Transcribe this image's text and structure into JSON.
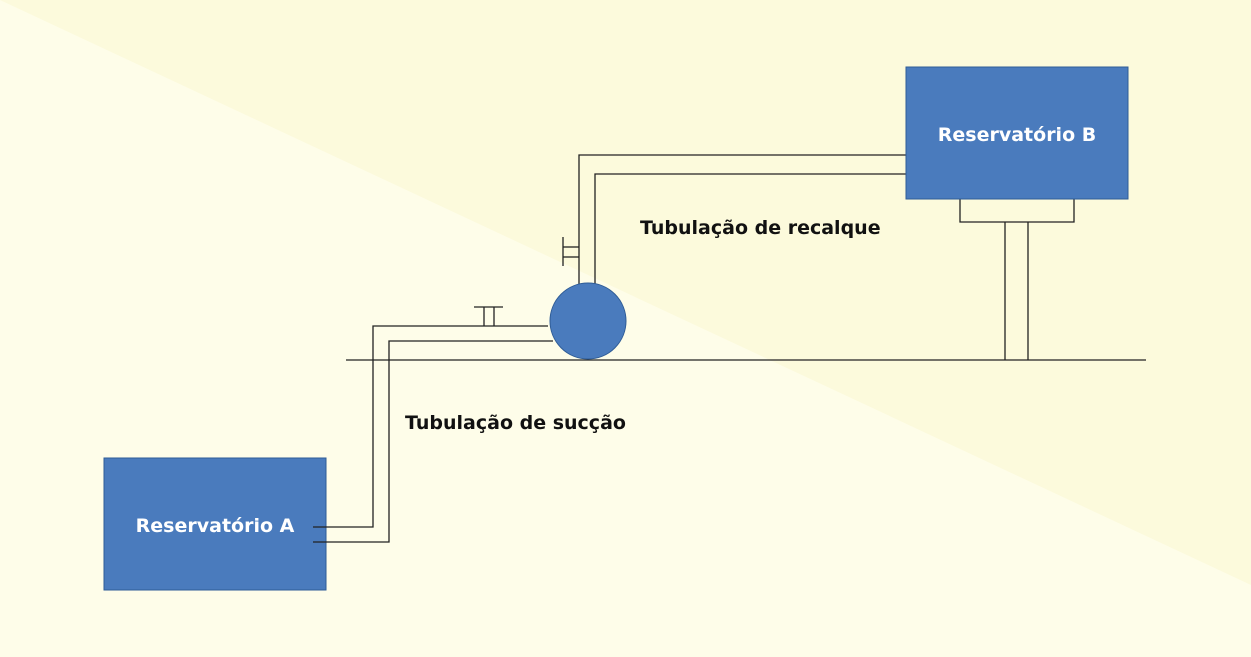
{
  "reservoir_a": {
    "label": "Reservatório A"
  },
  "reservoir_b": {
    "label": "Reservatório B"
  },
  "labels": {
    "discharge_pipe": "Tubulação de recalque",
    "suction_pipe": "Tubulação de sucção"
  },
  "colors": {
    "background_light": "#fefde8",
    "background_band": "#fdfbe0",
    "tank_fill": "#4a7bbd",
    "tank_stroke": "#2f5c96",
    "pipe_line": "#222222"
  }
}
